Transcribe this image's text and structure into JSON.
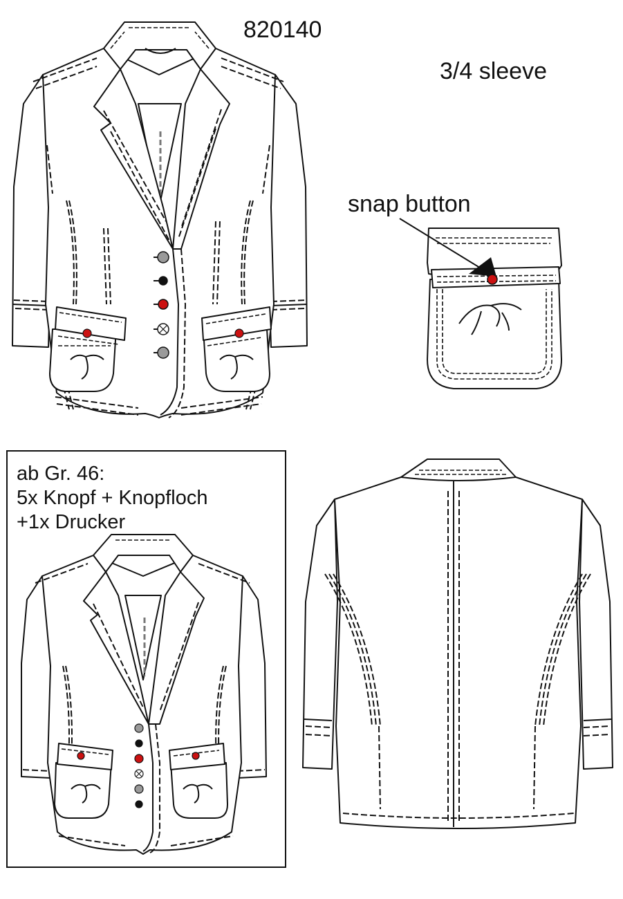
{
  "sheet": {
    "style_number": "820140",
    "sleeve_note": "3/4 sleeve",
    "callout_label": "snap button"
  },
  "size_note": {
    "lines": [
      "ab Gr. 46:",
      "5x Knopf + Knopfloch",
      "+1x Drucker"
    ]
  },
  "colors": {
    "line": "#111111",
    "snap_red": "#cc1111",
    "button_grey": "#9a9a9a",
    "button_black": "#111111",
    "button_red": "#cc1111"
  },
  "views": {
    "front_button_sequence": [
      "grey",
      "black",
      "red",
      "checked",
      "grey"
    ],
    "large_size_button_sequence": [
      "grey",
      "black",
      "red",
      "checked",
      "grey",
      "black"
    ]
  }
}
